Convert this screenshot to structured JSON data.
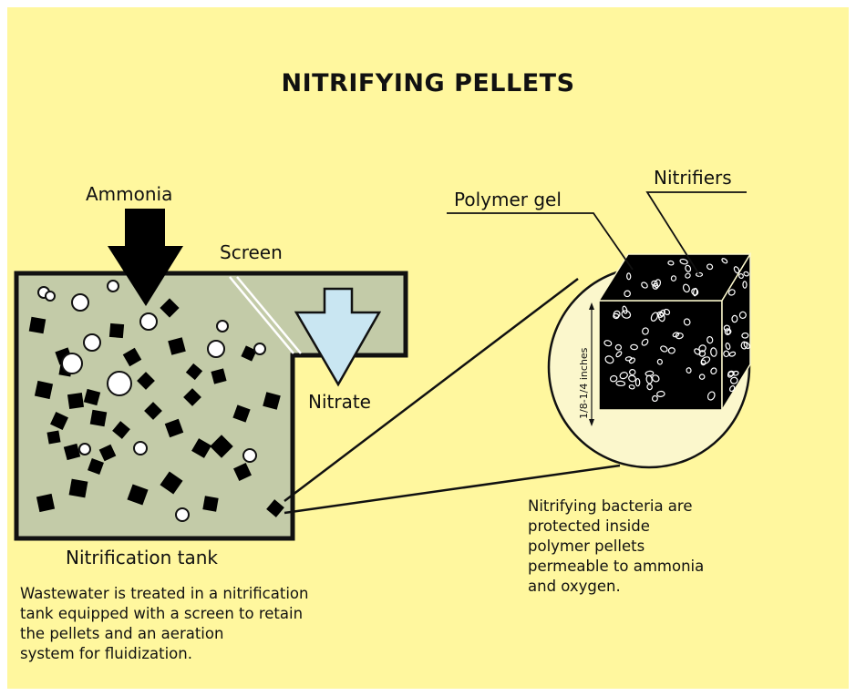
{
  "title": "NITRIFYING PELLETS",
  "labels": {
    "ammonia": "Ammonia",
    "screen": "Screen",
    "nitrate": "Nitrate",
    "polymer_gel": "Polymer gel",
    "nitrifiers": "Nitrifiers",
    "size": "1/8-1/4 inches",
    "tank": "Nitrification tank"
  },
  "captions": {
    "tank_lines": [
      "Wastewater is treated in a nitrification",
      "tank equipped with a screen to retain",
      "the pellets and an aeration",
      "system for fluidization."
    ],
    "pellet_lines": [
      "Nitrifying bacteria are",
      "protected inside",
      "polymer pellets",
      "permeable to ammonia",
      "and oxygen."
    ]
  },
  "colors": {
    "background": "#fff79e",
    "tank_fill": "#c3cba8",
    "nitrate_arrow": "#c9e6f2",
    "inset_circle": "#fbf7cc",
    "outline": "#111111"
  }
}
